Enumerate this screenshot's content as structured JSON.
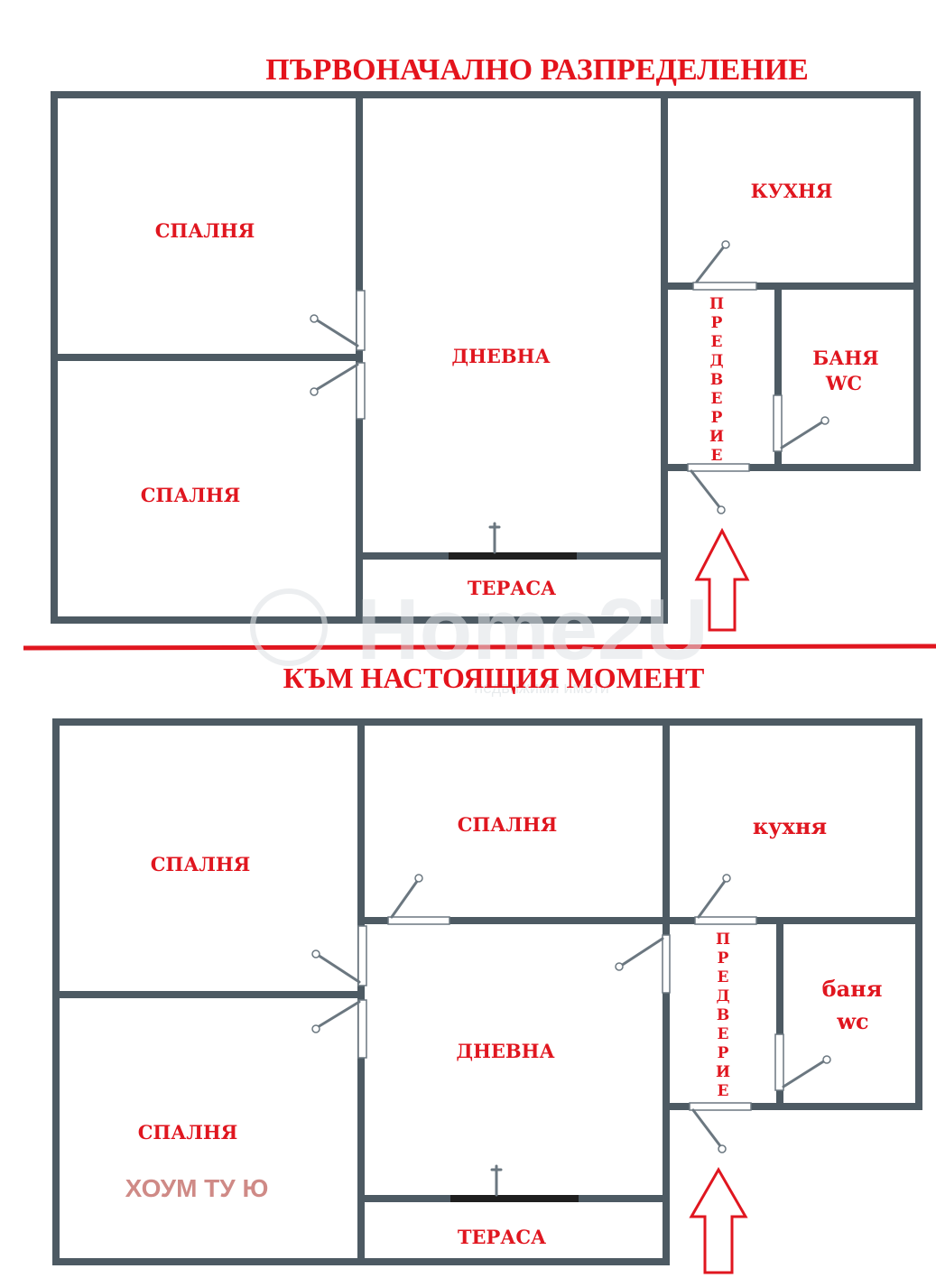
{
  "plan_original": {
    "title": "ПЪРВОНАЧАЛНО РАЗПРЕДЕЛЕНИЕ",
    "bedroom_top": "СПАЛНЯ",
    "bedroom_bottom": "СПАЛНЯ",
    "living_room": "ДНЕВНА",
    "kitchen": "КУХНЯ",
    "bathroom_line1": "БАНЯ",
    "bathroom_line2": "WC",
    "hallway_letters": [
      "П",
      "Р",
      "Е",
      "Д",
      "В",
      "Е",
      "Р",
      "И",
      "Е"
    ],
    "terrace": "ТЕРАСА"
  },
  "plan_current": {
    "title": "КЪМ НАСТОЯЩИЯ МОМЕНТ",
    "bedroom_top_left": "СПАЛНЯ",
    "bedroom_bottom_left": "СПАЛНЯ",
    "bedroom_center": "СПАЛНЯ",
    "living_room": "ДНЕВНА",
    "kitchen": "кухня",
    "bathroom_line1": "баня",
    "bathroom_line2": "wc",
    "hallway_letters": [
      "П",
      "Р",
      "Е",
      "Д",
      "В",
      "Е",
      "Р",
      "И",
      "Е"
    ],
    "terrace": "ТЕРАСА"
  },
  "watermark": {
    "brand": "Home2U",
    "tagline": "недвижими имоти",
    "label": "ХОУМ ТУ Ю"
  },
  "colors": {
    "label_red": "#e0161f",
    "wall_gray": "#4d5a63",
    "watermark_pink": "#cf8a86"
  }
}
